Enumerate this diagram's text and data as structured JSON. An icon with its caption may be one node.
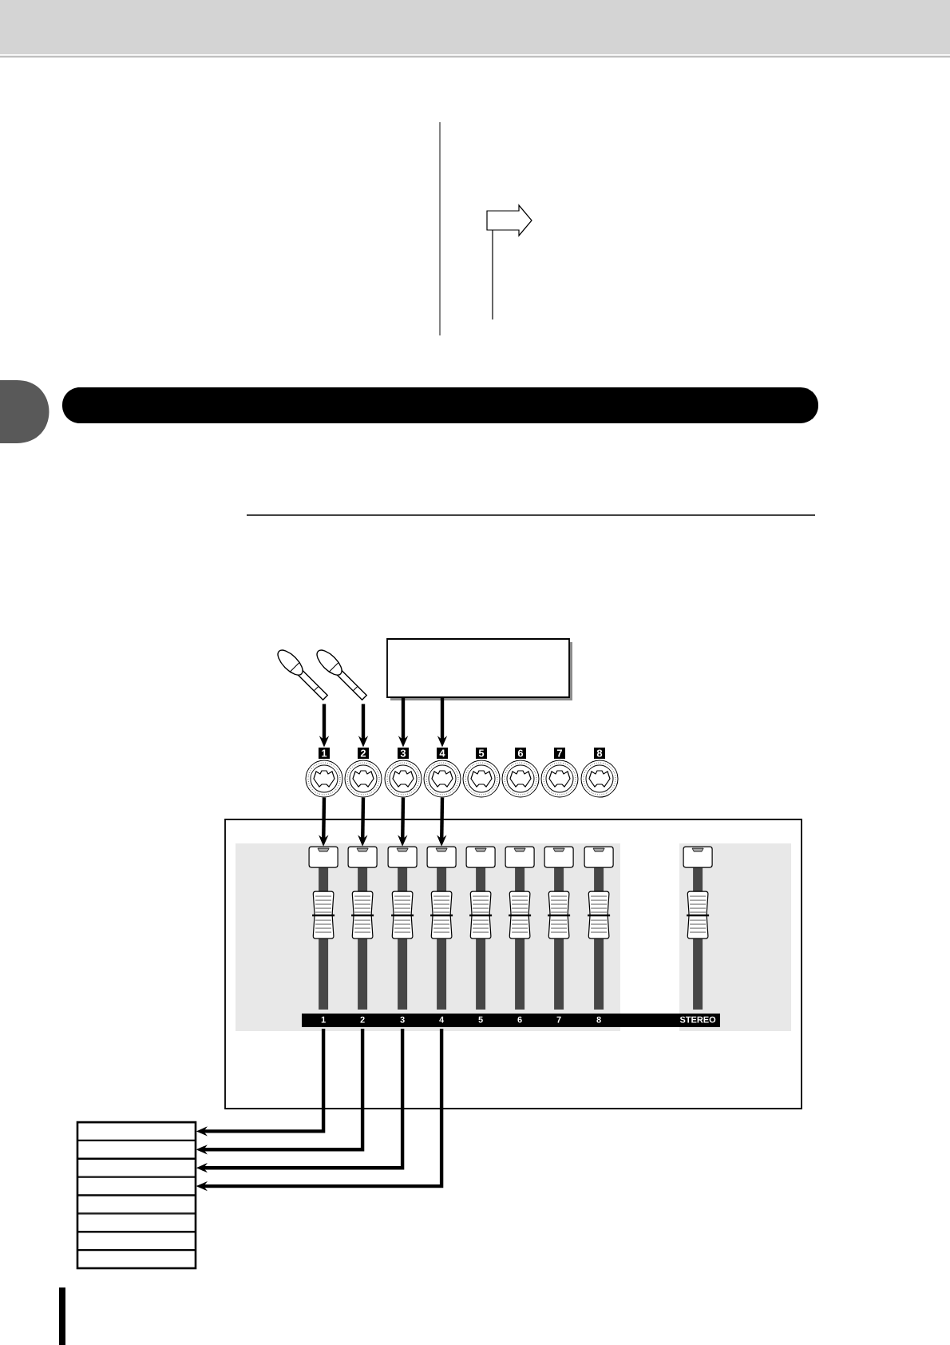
{
  "diagram": {
    "nodes": [
      {
        "text": [],
        "shape": "picture"
      },
      {
        "text": [],
        "shape": "picture"
      },
      {
        "text": [],
        "shape": "box"
      },
      {
        "text": [
          "1"
        ]
      },
      {
        "text": [
          "2"
        ]
      },
      {
        "text": [
          "3"
        ]
      },
      {
        "text": [
          "4"
        ]
      },
      {
        "text": [
          "5"
        ]
      },
      {
        "text": [
          "6"
        ]
      },
      {
        "text": [
          "7"
        ]
      },
      {
        "text": [
          "8"
        ]
      },
      {
        "text": [],
        "shape": "box"
      },
      {
        "text": [
          "1"
        ],
        "in": 11
      },
      {
        "text": [
          "2"
        ],
        "in": 11
      },
      {
        "text": [
          "3"
        ],
        "in": 11
      },
      {
        "text": [
          "4"
        ],
        "in": 11
      },
      {
        "text": [
          "5"
        ],
        "in": 11
      },
      {
        "text": [
          "6"
        ],
        "in": 11
      },
      {
        "text": [
          "7"
        ],
        "in": 11
      },
      {
        "text": [
          "8"
        ],
        "in": 11
      },
      {
        "text": [
          "STEREO"
        ],
        "in": 11
      },
      {
        "text": [],
        "shape": "box"
      },
      {
        "text": [],
        "shape": "box"
      },
      {
        "text": [],
        "shape": "box"
      },
      {
        "text": [],
        "shape": "box"
      },
      {
        "text": [],
        "shape": "box"
      },
      {
        "text": [],
        "shape": "box"
      },
      {
        "text": [],
        "shape": "box"
      },
      {
        "text": [],
        "shape": "box"
      },
      {
        "text": [],
        "shape": "semicircle"
      },
      {
        "text": [],
        "shape": "bar"
      }
    ],
    "edges": [
      {
        "from": 0,
        "to": 3,
        "arrow": "to"
      },
      {
        "from": 1,
        "to": 4,
        "arrow": "to"
      },
      {
        "from": 2,
        "to": 5,
        "arrow": "to"
      },
      {
        "from": 2,
        "to": 6,
        "arrow": "to"
      },
      {
        "from": 3,
        "to": 12,
        "arrow": "to"
      },
      {
        "from": 4,
        "to": 13,
        "arrow": "to"
      },
      {
        "from": 5,
        "to": 14,
        "arrow": "to"
      },
      {
        "from": 6,
        "to": 15,
        "arrow": "to"
      },
      {
        "from": 12,
        "to": 21,
        "arrow": "to"
      },
      {
        "from": 13,
        "to": 22,
        "arrow": "to"
      },
      {
        "from": 14,
        "to": 23,
        "arrow": "to"
      },
      {
        "from": 15,
        "to": 24,
        "arrow": "to"
      }
    ]
  }
}
